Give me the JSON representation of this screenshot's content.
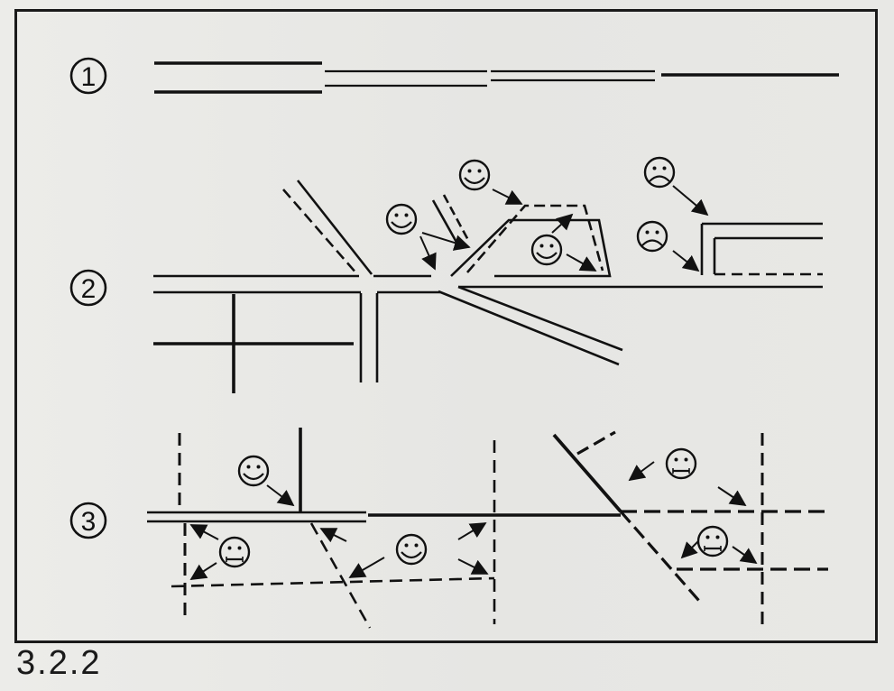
{
  "figure": {
    "caption": "3.2.2",
    "rows": [
      {
        "id": "row-1",
        "label": "1"
      },
      {
        "id": "row-2",
        "label": "2"
      },
      {
        "id": "row-3",
        "label": "3"
      }
    ],
    "icons": {
      "happy": "smiley-happy-icon",
      "sad": "smiley-sad-icon",
      "neutral": "smiley-neutral-icon"
    }
  }
}
